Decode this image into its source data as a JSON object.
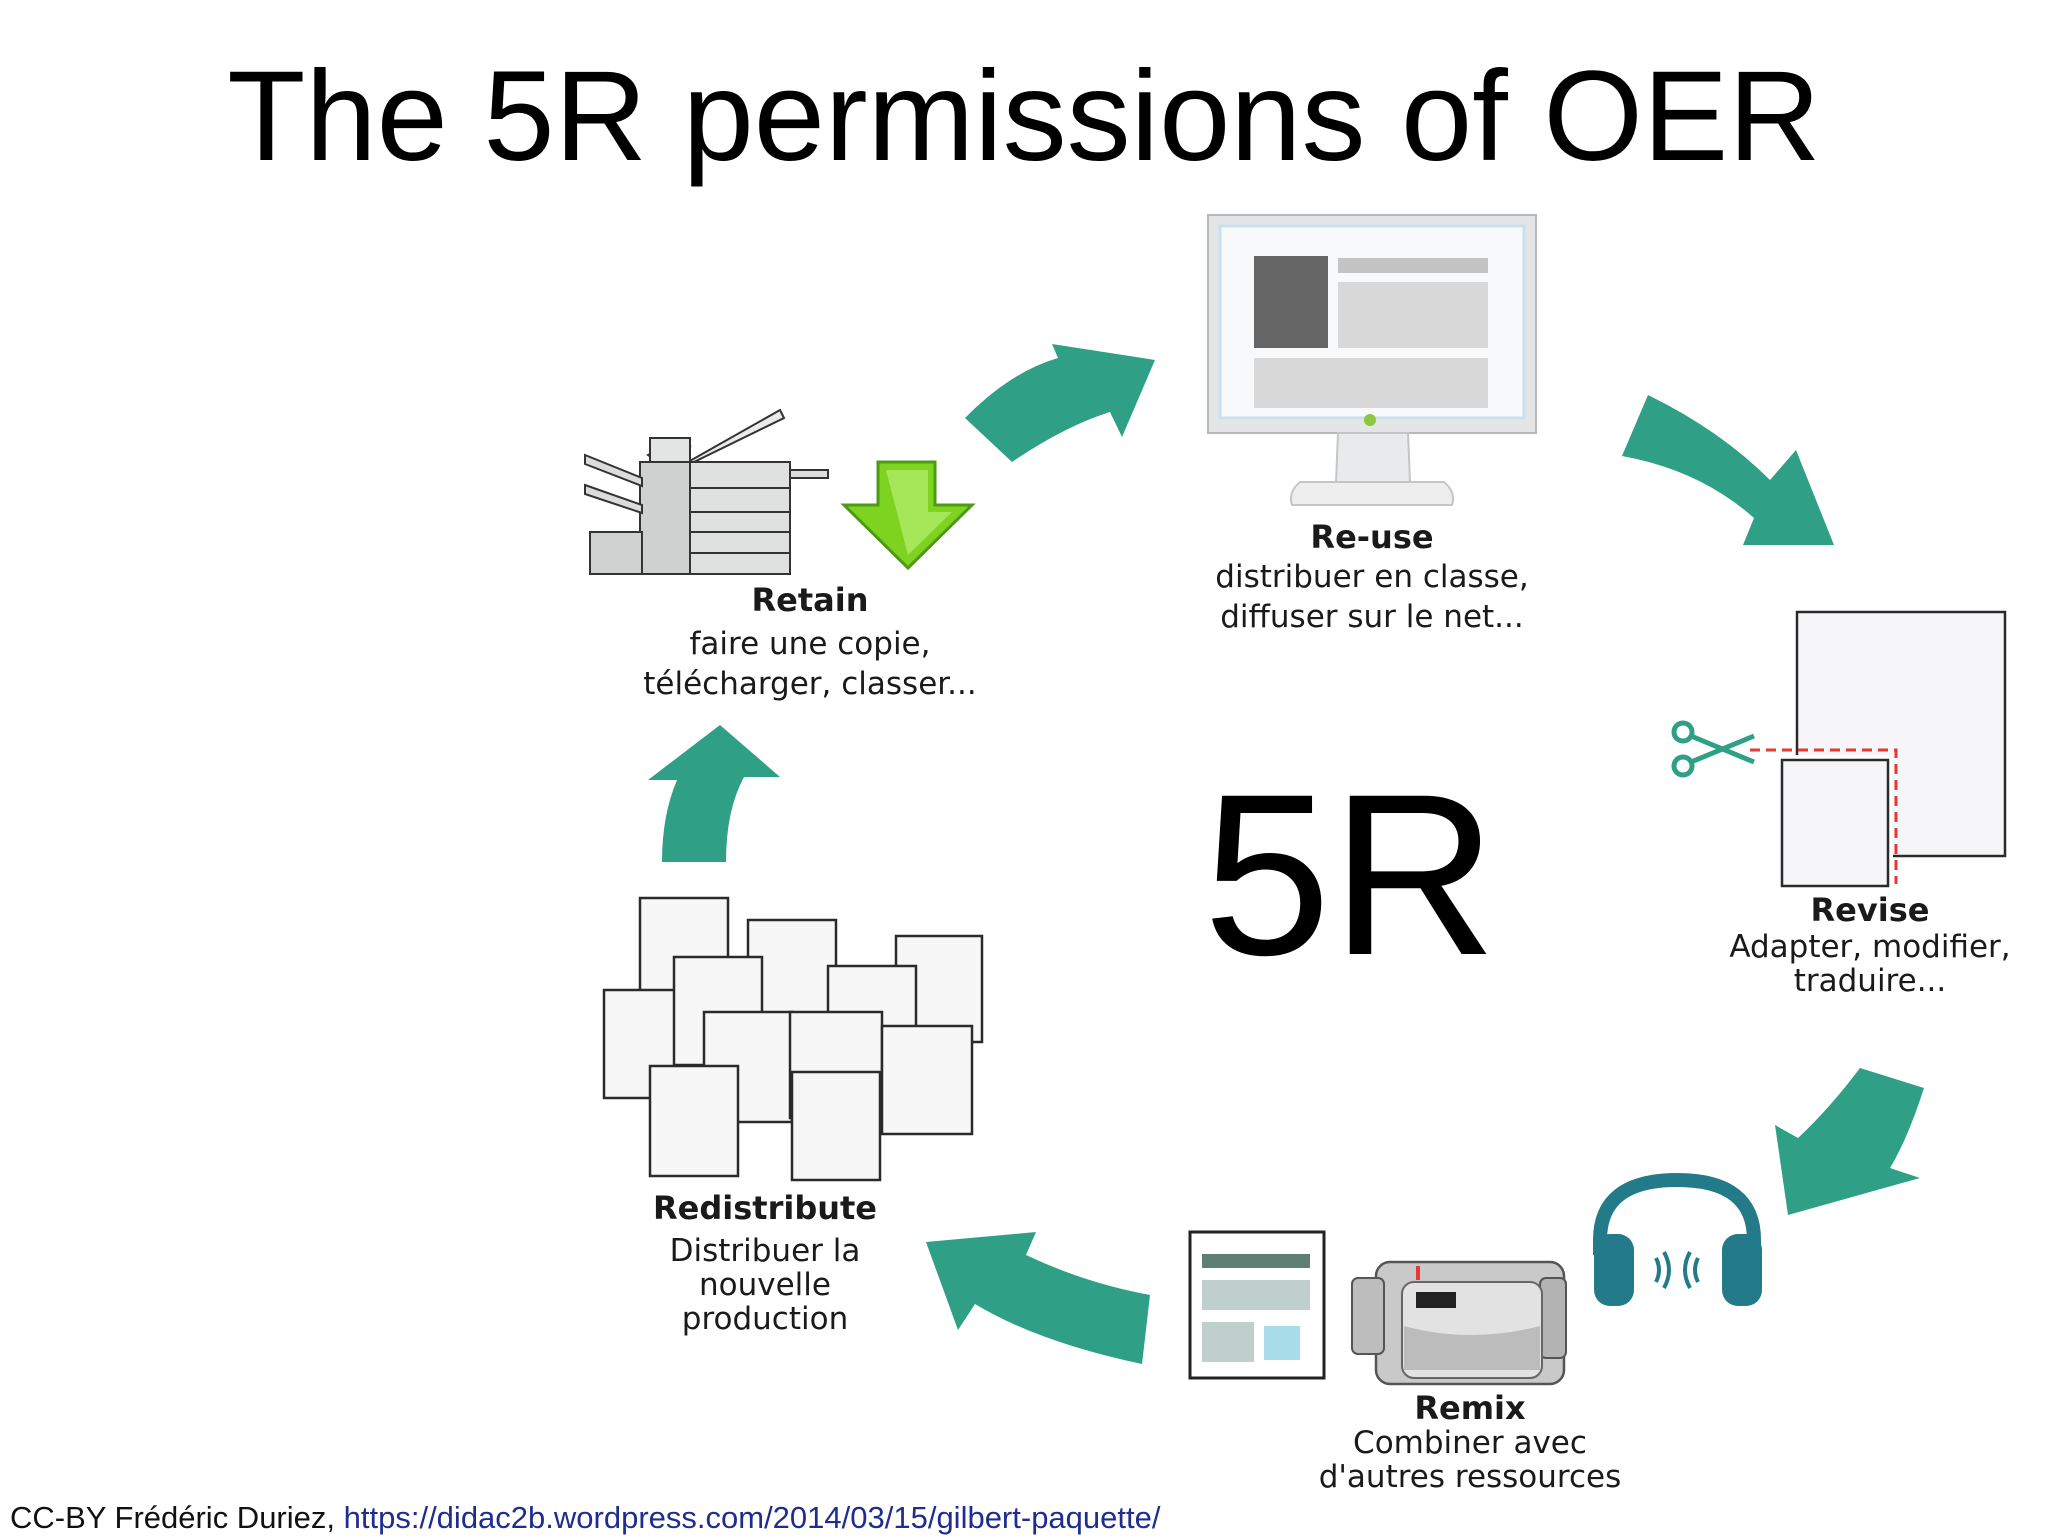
{
  "title": "The 5R permissions of OER",
  "center_label": "5R",
  "colors": {
    "arrow": "#2f9f85",
    "headphones": "#237a89",
    "download_arrow": "#7ed321"
  },
  "steps": {
    "retain": {
      "heading": "Retain",
      "line1": "faire une copie,",
      "line2": "télécharger, classer..."
    },
    "reuse": {
      "heading": "Re-use",
      "line1": "distribuer en classe,",
      "line2": "diffuser sur le net..."
    },
    "revise": {
      "heading": "Revise",
      "line1": "Adapter, modifier,",
      "line2": "traduire..."
    },
    "remix": {
      "heading": "Remix",
      "line1": "Combiner avec",
      "line2": "d'autres ressources"
    },
    "redistribute": {
      "heading": "Redistribute",
      "line1": "Distribuer la",
      "line2": "nouvelle",
      "line3": "production"
    }
  },
  "icons": [
    "copier-icon",
    "download-arrow-icon",
    "monitor-icon",
    "document-icon",
    "scissors-icon",
    "headphones-icon",
    "camcorder-icon",
    "newspaper-icon",
    "papers-stack-icon"
  ],
  "footer": {
    "credit": "CC-BY Frédéric Duriez,",
    "link_text": "https://didac2b.wordpress.com/2014/03/15/gilbert-paquette/"
  }
}
